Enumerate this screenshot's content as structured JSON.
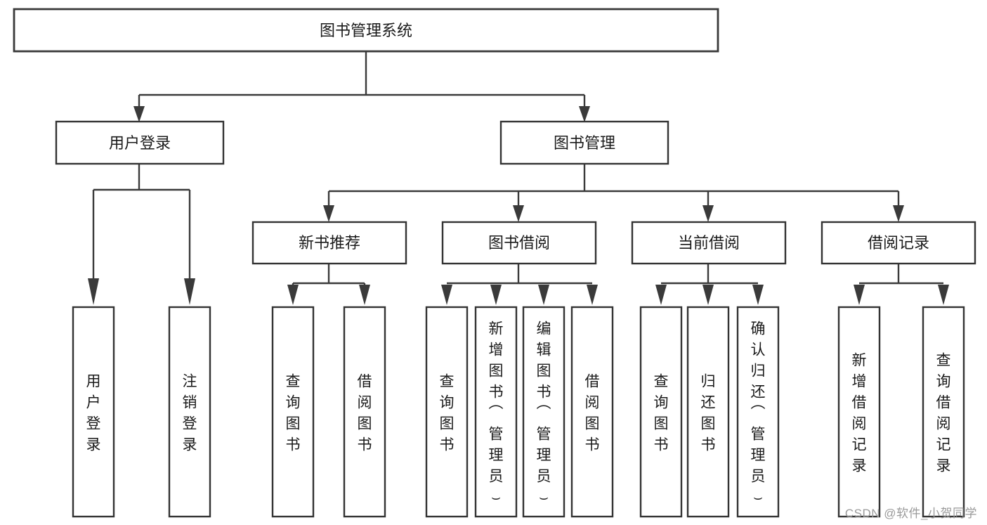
{
  "diagram": {
    "type": "tree",
    "title_text": "图书管理系统",
    "watermark": "CSDN @软件_小贺同学",
    "colors": {
      "background": "#ffffff",
      "box_stroke": "#333333",
      "edge": "#3a3a3a",
      "label": "#1a1a1a",
      "watermark": "#9a9a9a"
    },
    "nodes": {
      "root": {
        "label": "图书管理系统"
      },
      "level1": [
        {
          "id": "user-login",
          "label": "用户登录"
        },
        {
          "id": "book-manage",
          "label": "图书管理"
        }
      ],
      "level2": [
        {
          "id": "new-book-recommend",
          "label": "新书推荐"
        },
        {
          "id": "book-borrow",
          "label": "图书借阅"
        },
        {
          "id": "current-borrow",
          "label": "当前借阅"
        },
        {
          "id": "borrow-record",
          "label": "借阅记录"
        }
      ],
      "leaves": {
        "user_login": [
          {
            "id": "leaf-user-login",
            "label": "用户登录"
          },
          {
            "id": "leaf-logout-login",
            "label": "注销登录"
          }
        ],
        "new_book_recommend": [
          {
            "id": "leaf-query-book-1",
            "label": "查询图书"
          },
          {
            "id": "leaf-borrow-book-1",
            "label": "借阅图书"
          }
        ],
        "book_borrow": [
          {
            "id": "leaf-query-book-2",
            "label": "查询图书"
          },
          {
            "id": "leaf-add-book",
            "label": "新增图书（管理员）"
          },
          {
            "id": "leaf-edit-book",
            "label": "编辑图书（管理员）"
          },
          {
            "id": "leaf-borrow-book-2",
            "label": "借阅图书"
          }
        ],
        "current_borrow": [
          {
            "id": "leaf-query-book-3",
            "label": "查询图书"
          },
          {
            "id": "leaf-return-book",
            "label": "归还图书"
          },
          {
            "id": "leaf-confirm-return",
            "label": "确认归还（管理员）"
          }
        ],
        "borrow_record": [
          {
            "id": "leaf-add-record",
            "label": "新增借阅记录"
          },
          {
            "id": "leaf-query-record",
            "label": "查询借阅记录"
          }
        ]
      }
    }
  }
}
